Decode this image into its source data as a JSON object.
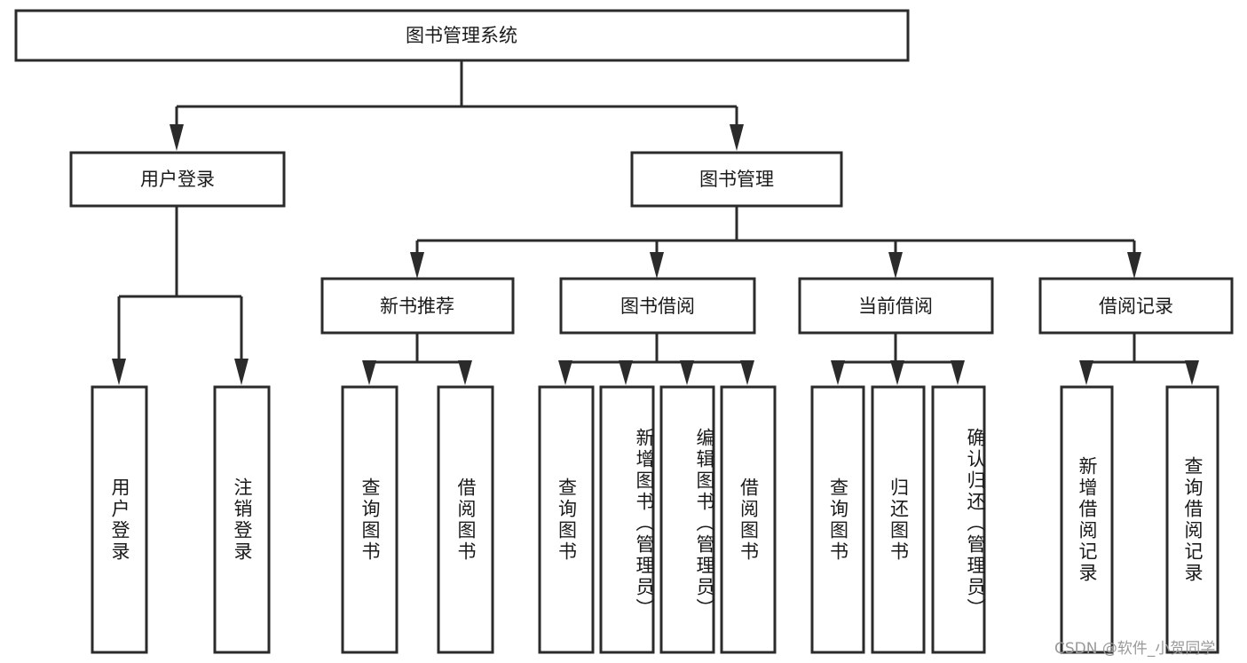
{
  "diagram": {
    "type": "tree",
    "title": "图书管理系统",
    "root": {
      "id": "root",
      "label": "图书管理系统"
    },
    "level1": [
      {
        "id": "user-login",
        "label": "用户登录"
      },
      {
        "id": "book-manage",
        "label": "图书管理"
      }
    ],
    "level2": [
      {
        "id": "new-book-recommend",
        "label": "新书推荐",
        "parent": "book-manage"
      },
      {
        "id": "book-borrow",
        "label": "图书借阅",
        "parent": "book-manage"
      },
      {
        "id": "current-borrow",
        "label": "当前借阅",
        "parent": "book-manage"
      },
      {
        "id": "borrow-record",
        "label": "借阅记录",
        "parent": "book-manage"
      }
    ],
    "leaves": [
      {
        "id": "leaf-user-login",
        "label": "用户登录",
        "parent": "user-login"
      },
      {
        "id": "leaf-logout-login",
        "label": "注销登录",
        "parent": "user-login"
      },
      {
        "id": "leaf-query-book-1",
        "label": "查询图书",
        "parent": "new-book-recommend"
      },
      {
        "id": "leaf-borrow-book-1",
        "label": "借阅图书",
        "parent": "new-book-recommend"
      },
      {
        "id": "leaf-query-book-2",
        "label": "查询图书",
        "parent": "book-borrow"
      },
      {
        "id": "leaf-add-book",
        "label": "新增图书（管理员）",
        "parent": "book-borrow"
      },
      {
        "id": "leaf-edit-book",
        "label": "编辑图书（管理员）",
        "parent": "book-borrow"
      },
      {
        "id": "leaf-borrow-book-2",
        "label": "借阅图书",
        "parent": "book-borrow"
      },
      {
        "id": "leaf-query-book-3",
        "label": "查询图书",
        "parent": "current-borrow"
      },
      {
        "id": "leaf-return-book",
        "label": "归还图书",
        "parent": "current-borrow"
      },
      {
        "id": "leaf-confirm-return",
        "label": "确认归还（管理员）",
        "parent": "current-borrow"
      },
      {
        "id": "leaf-add-record",
        "label": "新增借阅记录",
        "parent": "borrow-record"
      },
      {
        "id": "leaf-query-record",
        "label": "查询借阅记录",
        "parent": "borrow-record"
      }
    ]
  },
  "watermark": {
    "text": "CSDN @软件_小贺同学"
  },
  "colors": {
    "box_stroke": "#2b2b2b",
    "box_fill": "#ffffff",
    "text": "#1a1a1a",
    "background": "#ffffff",
    "watermark": "#9a9a9a"
  }
}
